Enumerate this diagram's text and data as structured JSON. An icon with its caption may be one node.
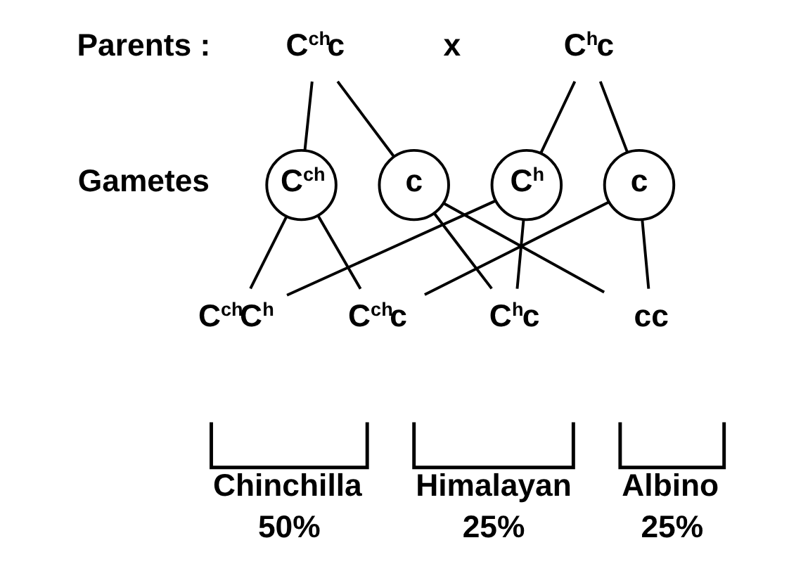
{
  "diagram": {
    "nodes": [
      {
        "text": [
          "C$^{ch}$c"
        ]
      },
      {
        "text": [
          "C$^{h}$c"
        ]
      },
      {
        "text": [
          "C$^{ch}$"
        ]
      },
      {
        "text": [
          "c"
        ]
      },
      {
        "text": [
          "C$^{h}$"
        ]
      },
      {
        "text": [
          "c"
        ]
      },
      {
        "text": [
          "C$^{ch}$C$^{h}$"
        ]
      },
      {
        "text": [
          "C$^{ch}$c"
        ]
      },
      {
        "text": [
          "C$^{h}$c"
        ]
      },
      {
        "text": [
          "cc"
        ]
      }
    ],
    "edges": [
      {
        "from": 0,
        "to": 2,
        "arrow": "none"
      },
      {
        "from": 0,
        "to": 3,
        "arrow": "none"
      },
      {
        "from": 1,
        "to": 4,
        "arrow": "none"
      },
      {
        "from": 1,
        "to": 5,
        "arrow": "none"
      },
      {
        "from": 2,
        "to": 6,
        "arrow": "none"
      },
      {
        "from": 2,
        "to": 7,
        "arrow": "none"
      },
      {
        "from": 3,
        "to": 8,
        "arrow": "none"
      },
      {
        "from": 3,
        "to": 9,
        "arrow": "none"
      },
      {
        "from": 4,
        "to": 6,
        "arrow": "none"
      },
      {
        "from": 4,
        "to": 8,
        "arrow": "none"
      },
      {
        "from": 5,
        "to": 7,
        "arrow": "none"
      },
      {
        "from": 5,
        "to": 9,
        "arrow": "none"
      }
    ],
    "labels": [
      "Parents :",
      "x",
      "Gametes",
      "Chinchilla",
      "50%",
      "Himalayan",
      "25%",
      "Albino",
      "25%"
    ]
  }
}
